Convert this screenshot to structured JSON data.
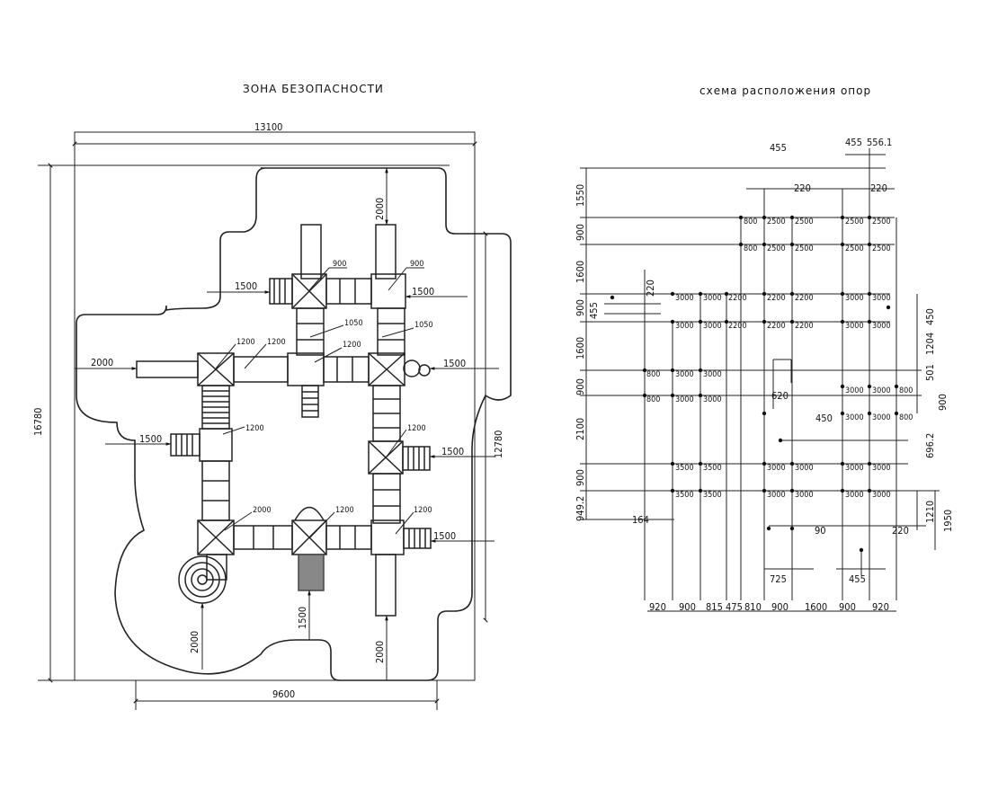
{
  "left_title": "ЗОНА БЕЗОПАСНОСТИ",
  "right_title": "схема расположения опор",
  "left": {
    "overall_width": "13100",
    "overall_height": "16780",
    "inner_height": "12780",
    "inner_width": "9600",
    "clear_2000_top": "2000",
    "clear_2000_left": "2000",
    "clear_2000_bottom_left": "2000",
    "clear_2000_bottom_right": "2000",
    "clear_1500_left_top": "1500",
    "clear_1500_right_top": "1500",
    "clear_1500_left_mid": "1500",
    "clear_1500_right_mid1": "1500",
    "clear_1500_right_mid2": "1500",
    "clear_1500_right_bottom": "1500",
    "clear_1500_bottom": "1500",
    "module_900_a": "900",
    "module_900_b": "900",
    "module_1050_a": "1050",
    "module_1050_b": "1050",
    "module_1200_a": "1200",
    "module_1200_b": "1200",
    "module_1200_c": "1200",
    "module_1200_d": "1200",
    "module_1200_e": "1200",
    "module_1200_f": "1200",
    "module_1200_g": "1200",
    "module_2000": "2000"
  },
  "right": {
    "top_455_a": "455",
    "top_455_b": "455",
    "top_556": "556.1",
    "top_220_a": "220",
    "top_220_b": "220",
    "left_dims": [
      "1550",
      "900",
      "1600",
      "900",
      "1600",
      "900",
      "2100",
      "900",
      "949.2"
    ],
    "left_455": "455",
    "left_220": "220",
    "left_164": "164",
    "right_dims": [
      "450",
      "1204",
      "501",
      "900",
      "696.2",
      "1210",
      "1950"
    ],
    "mid_620": "620",
    "mid_450": "450",
    "mid_90": "90",
    "mid_220": "220",
    "mid_725": "725",
    "mid_455": "455",
    "bottom_dims": [
      "920",
      "900",
      "815",
      "475",
      "810",
      "900",
      "1600",
      "900",
      "920"
    ],
    "row_labels": {
      "r1": [
        "800",
        "2500",
        "2500",
        "2500",
        "2500"
      ],
      "r2": [
        "800",
        "2500",
        "2500",
        "2500",
        "2500"
      ],
      "r3": [
        "3000",
        "3000",
        "2200",
        "2200",
        "2200",
        "3000",
        "3000"
      ],
      "r4": [
        "3000",
        "3000",
        "2200",
        "2200",
        "2200",
        "3000",
        "3000"
      ],
      "r5": [
        "800",
        "3000",
        "3000",
        "3000",
        "3000",
        "800"
      ],
      "r6": [
        "800",
        "3000",
        "3000",
        "3000",
        "3000",
        "800"
      ],
      "r7": [
        "3500",
        "3500",
        "3000",
        "3000",
        "3000",
        "3000"
      ],
      "r8": [
        "3500",
        "3500",
        "3000",
        "3000",
        "3000",
        "3000"
      ]
    }
  }
}
